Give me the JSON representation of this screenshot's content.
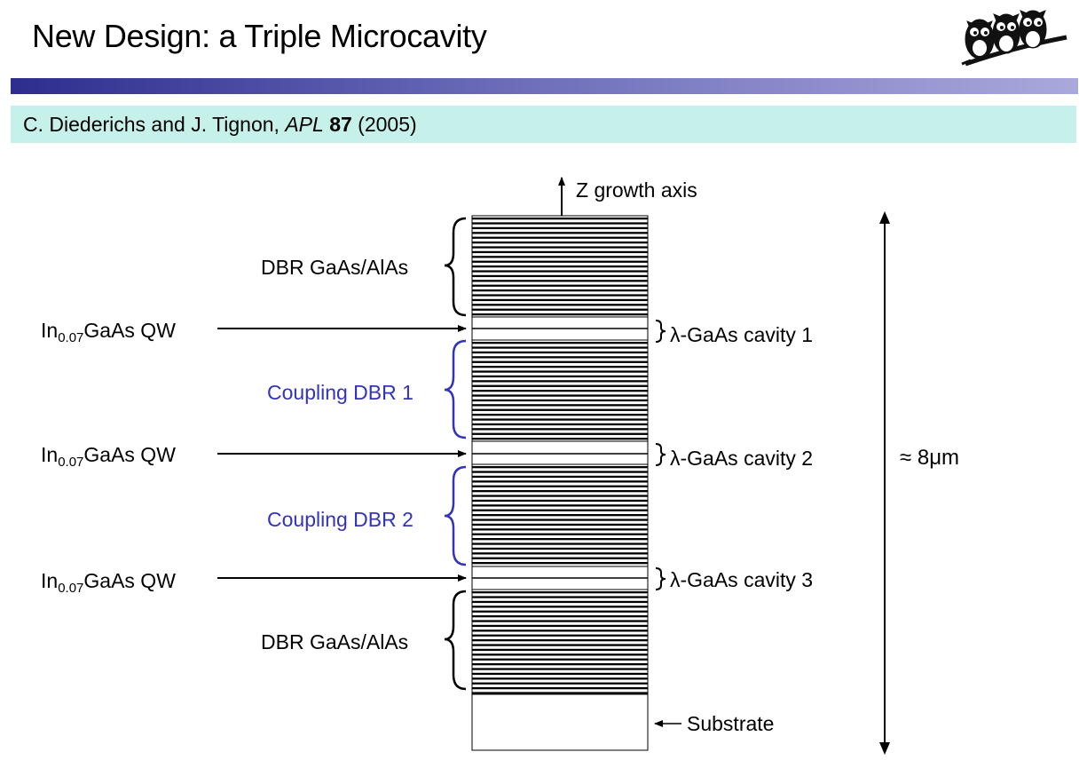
{
  "title": "New Design: a Triple Microcavity",
  "citation": {
    "authors": "C. Diederichs and J. Tignon, ",
    "journal": "APL",
    "volume": "87",
    "year": " (2005)"
  },
  "diagram": {
    "axis_label": "Z growth axis",
    "dbr_top": "DBR GaAs/AlAs",
    "dbr_bottom": "DBR GaAs/AlAs",
    "coupling_1": "Coupling DBR 1",
    "coupling_2": "Coupling DBR 2",
    "qw_prefix": "In",
    "qw_sub": "0.07",
    "qw_suffix": "GaAs QW",
    "cavity_1": "λ-GaAs cavity 1",
    "cavity_2": "λ-GaAs cavity 2",
    "cavity_3": "λ-GaAs cavity 3",
    "substrate": "Substrate",
    "thickness": "≈  8μm"
  },
  "colors": {
    "blue_label": "#3333bb",
    "citation_bg": "#c6f1ea",
    "title_bar": "#5a5ab0"
  },
  "icons": {
    "logo": "three-owls-on-branch"
  }
}
